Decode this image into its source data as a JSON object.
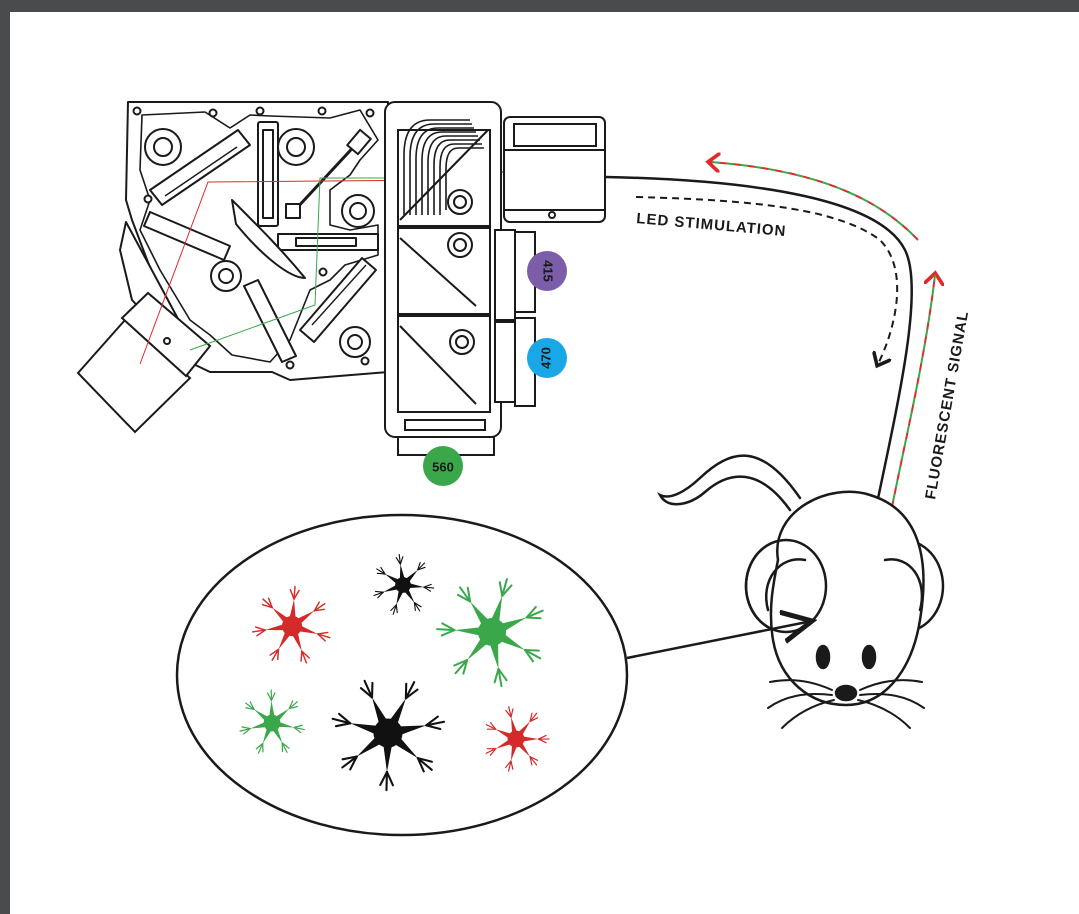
{
  "labels": {
    "led_stimulation": "LED STIMULATION",
    "fluorescent_signal": "FLUORESCENT SIGNAL"
  },
  "leds": [
    {
      "label": "415",
      "color": "#7b5ea7"
    },
    {
      "label": "470",
      "color": "#1aa7e8"
    },
    {
      "label": "560",
      "color": "#3aa84a"
    }
  ],
  "colors": {
    "background": "#ffffff",
    "frame": "#4a4b4d",
    "stroke": "#1a1a1a",
    "red": "#e02a2a",
    "green": "#3aa84a",
    "blue_path": "#2b2b9e",
    "neuron_red": "#d42a2a",
    "neuron_green": "#3aa84a",
    "neuron_black": "#111111"
  }
}
